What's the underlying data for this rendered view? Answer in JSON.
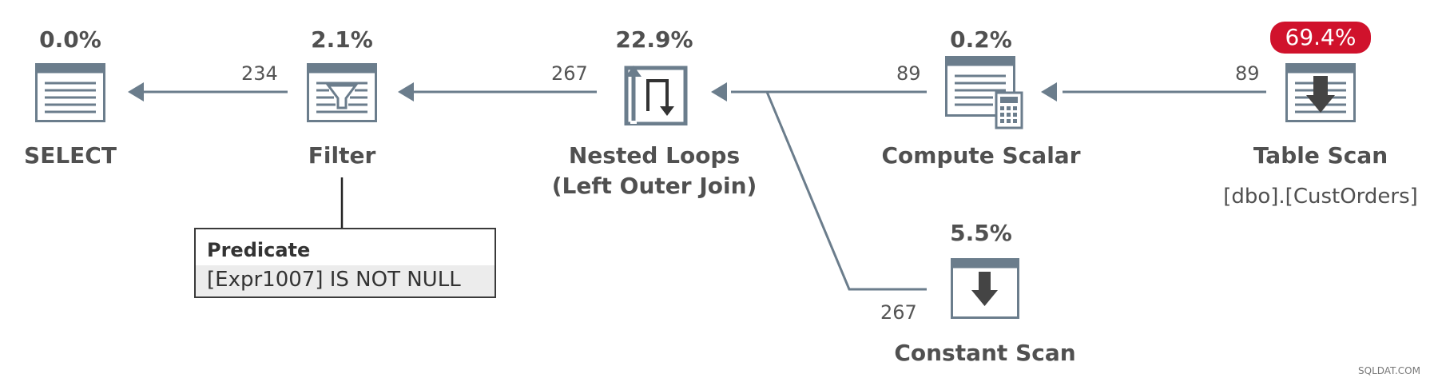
{
  "nodes": {
    "select": {
      "cost": "0.0%",
      "name": "SELECT",
      "icon": "select-result-icon"
    },
    "filter": {
      "cost": "2.1%",
      "name": "Filter",
      "icon": "filter-funnel-icon"
    },
    "nested_loops": {
      "cost": "22.9%",
      "name_line1": "Nested Loops",
      "name_line2": "(Left Outer Join)",
      "icon": "nested-loops-icon"
    },
    "compute_scalar": {
      "cost": "0.2%",
      "name": "Compute Scalar",
      "icon": "compute-scalar-calculator-icon"
    },
    "table_scan": {
      "cost": "69.4%",
      "name": "Table Scan",
      "object": "[dbo].[CustOrders]",
      "icon": "table-scan-icon",
      "cost_highlight_color": "#d0122c"
    },
    "constant_scan": {
      "cost": "5.5%",
      "name": "Constant Scan",
      "icon": "constant-scan-icon"
    }
  },
  "edges": {
    "filter_to_select": "234",
    "nested_to_filter": "267",
    "compute_to_nested": "89",
    "table_to_compute": "89",
    "constant_to_nested": "267"
  },
  "predicate": {
    "title": "Predicate",
    "text": "[Expr1007] IS NOT NULL"
  },
  "footer": "SQLDAT.COM",
  "colors": {
    "arrow": "#6b7d8c",
    "icon_stroke": "#6b7d8c",
    "text": "#505050"
  }
}
